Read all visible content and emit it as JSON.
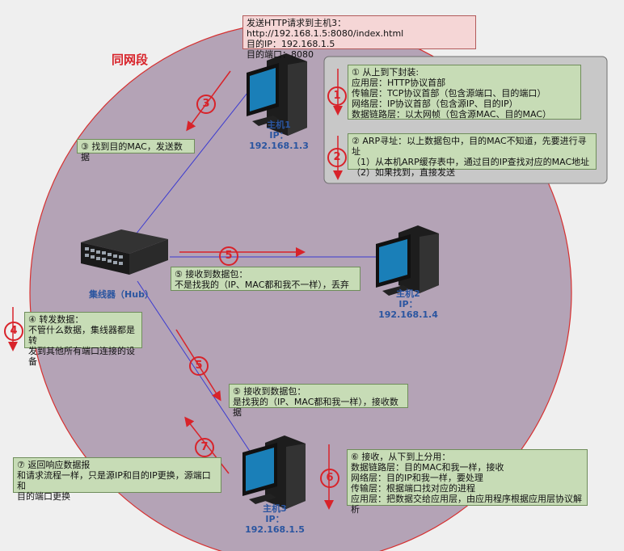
{
  "region_title": "同网段",
  "host1": {
    "name": "主机1",
    "ip": "IP：192.168.1.3"
  },
  "host2": {
    "name": "主机2",
    "ip": "IP：192.168.1.4"
  },
  "host3": {
    "name": "主机3",
    "ip": "IP：192.168.1.5"
  },
  "hub": {
    "name": "集线器（Hub）"
  },
  "request_box": {
    "text": "发送HTTP请求到主机3：http://192.168.1.5:8080/index.html\n目的IP：192.168.1.5\n目的端口：8080"
  },
  "step1": {
    "num": "1",
    "text": "① 从上到下封装:\n应用层：HTTP协议首部\n传输层：TCP协议首部（包含源端口、目的端口）\n网络层：IP协议首部（包含源IP、目的IP）\n数据链路层：以太网帧（包含源MAC、目的MAC）"
  },
  "step2": {
    "num": "2",
    "text": "② ARP寻址：以上数据包中，目的MAC不知道，先要进行寻址\n（1）从本机ARP缓存表中，通过目的IP查找对应的MAC地址\n（2）如果找到，直接发送"
  },
  "step3": {
    "num": "3",
    "text": "③ 找到目的MAC，发送数据"
  },
  "step4": {
    "num": "4",
    "text": "④ 转发数据：\n不管什么数据，集线器都是转\n发到其他所有端口连接的设备"
  },
  "step5a": {
    "num": "5",
    "text": "⑤ 接收到数据包：\n不是找我的（IP、MAC都和我不一样），丢弃"
  },
  "step5b": {
    "num": "5",
    "text": "⑤ 接收到数据包：\n是找我的（IP、MAC都和我一样），接收数据"
  },
  "step6": {
    "num": "6",
    "text": "⑥ 接收，从下到上分用：\n数据链路层：目的MAC和我一样，接收\n网络层：目的IP和我一样，要处理\n传输层：根据端口找对应的进程\n应用层：把数据交给应用层，由应用程序根据应用层协议解析"
  },
  "step7": {
    "num": "7",
    "text": "⑦ 返回响应数据报\n和请求流程一样，只是源IP和目的IP更换，源端口和\n目的端口更换"
  },
  "colors": {
    "circle_fill": "#b4a3b6",
    "accent_red": "#d8232a",
    "link_blue": "#3a3ad0",
    "box_green": "#c7dcb6"
  }
}
